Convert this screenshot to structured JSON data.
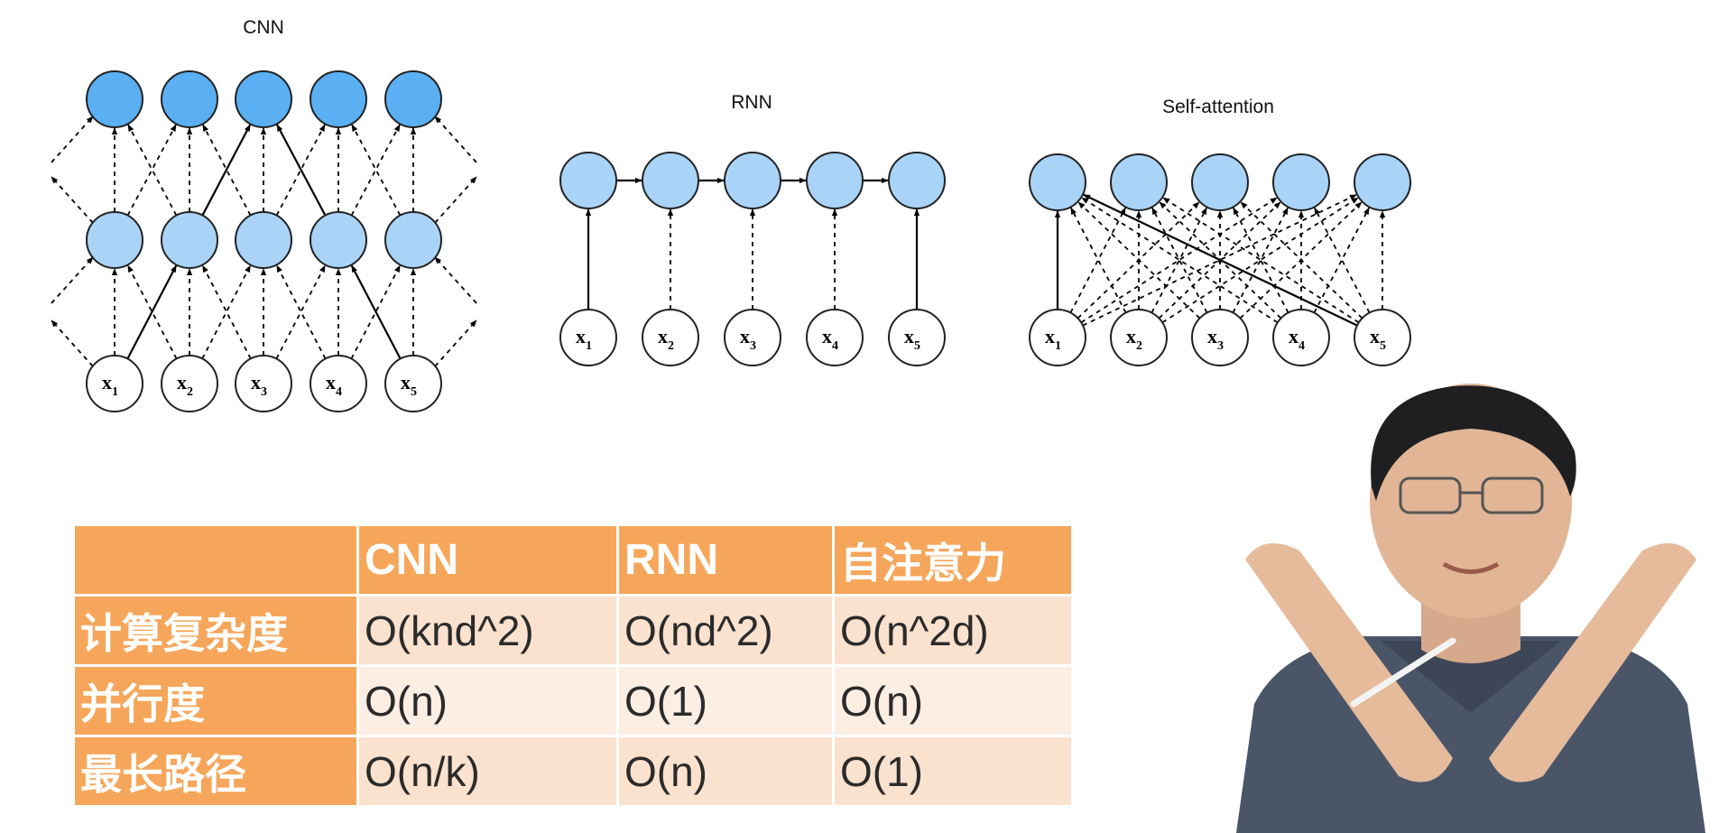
{
  "diagrams": {
    "cnn": {
      "title": "CNN"
    },
    "rnn": {
      "title": "RNN"
    },
    "self_attention": {
      "title": "Self-attention"
    }
  },
  "input_nodes": [
    {
      "symbol": "x",
      "index": "1"
    },
    {
      "symbol": "x",
      "index": "2"
    },
    {
      "symbol": "x",
      "index": "3"
    },
    {
      "symbol": "x",
      "index": "4"
    },
    {
      "symbol": "x",
      "index": "5"
    }
  ],
  "table": {
    "columns": [
      "",
      "CNN",
      "RNN",
      "自注意力"
    ],
    "rows": [
      {
        "label": "计算复杂度",
        "values": [
          "O(knd^2)",
          "O(nd^2)",
          "O(n^2d)"
        ]
      },
      {
        "label": "并行度",
        "values": [
          "O(n)",
          "O(1)",
          "O(n)"
        ]
      },
      {
        "label": "最长路径",
        "values": [
          "O(n/k)",
          "O(n)",
          "O(1)"
        ]
      }
    ]
  },
  "colors": {
    "node_dark": "#5ab0f2",
    "node_light": "#a9d4f8",
    "node_stroke": "#222222",
    "table_header": "#f6a65a",
    "table_cell": "#fbe2cf"
  }
}
